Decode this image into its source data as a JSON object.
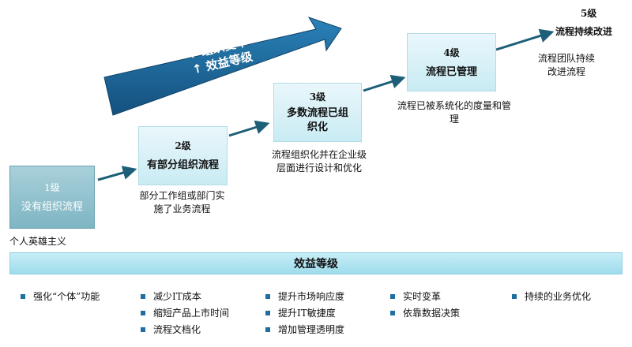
{
  "big_arrow": {
    "line1": "↑ 组织变革",
    "line2": "↑ 效益等级"
  },
  "levels": [
    {
      "level": "1级",
      "name": "没有组织流程",
      "description": "个人英雄主义"
    },
    {
      "level": "2级",
      "name": "有部分组织流程",
      "description": "部分工作组或部门实施了业务流程"
    },
    {
      "level": "3级",
      "name": "多数流程已组织化",
      "description": "流程组织化并在企业级层面进行设计和优化"
    },
    {
      "level": "4级",
      "name": "流程已管理",
      "description": "流程已被系统化的度量和管理"
    },
    {
      "level": "5级",
      "name": "流程持续改进",
      "description": "流程团队持续改进流程"
    }
  ],
  "benefit_bar": {
    "label": "效益等级"
  },
  "benefit_columns": [
    [
      "强化“个体”功能"
    ],
    [
      "减少IT成本",
      "缩短产品上市时间",
      "流程文档化"
    ],
    [
      "提升市场响应度",
      "提升IT敏捷度",
      "增加管理透明度"
    ],
    [
      "实时变革",
      "依靠数据决策"
    ],
    [
      "持续的业务优化"
    ]
  ],
  "colors": {
    "arrow": "#1f6fa3",
    "step_arrow": "#1d5f78",
    "bullet": "#1e6ea0",
    "box": "#c9ebf3",
    "banner": "#a8e0ee"
  }
}
